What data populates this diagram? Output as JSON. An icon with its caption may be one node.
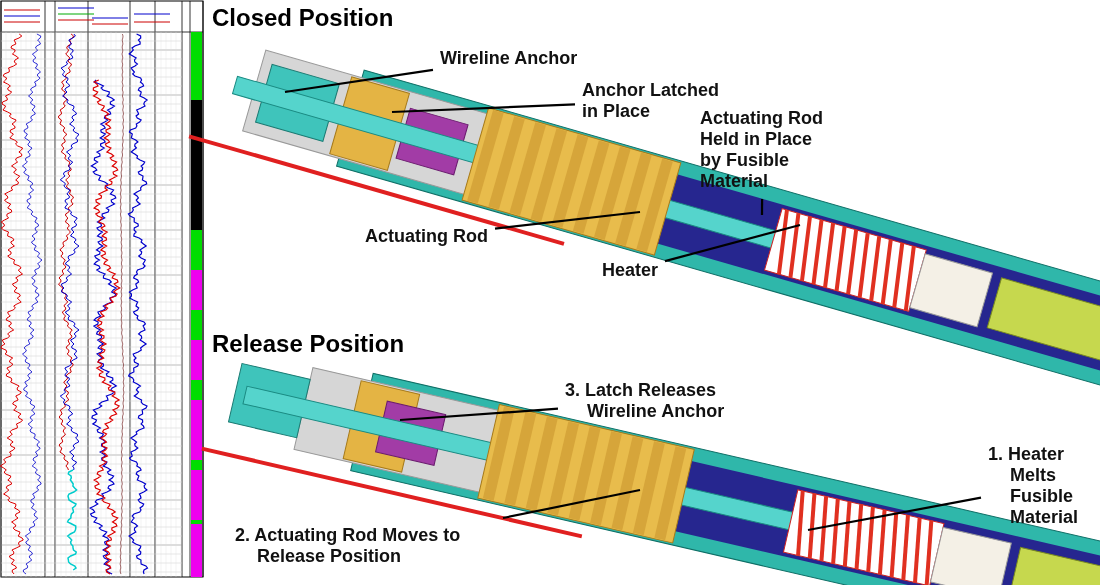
{
  "diagram": {
    "nodes": [
      {
        "text": [
          "Wireline Anchor"
        ]
      },
      {
        "text": [
          "Anchor Latched in Place"
        ]
      },
      {
        "text": [
          "Actuating Rod Held in Place by Fusible Material"
        ]
      },
      {
        "text": [
          "Actuating Rod"
        ]
      },
      {
        "text": [
          "Heater"
        ]
      },
      {
        "text": [
          "3. Latch Releases Wireline Anchor"
        ]
      },
      {
        "text": [
          "1. Heater Melts Fusible Material"
        ]
      },
      {
        "text": [
          "2. Actuating Rod Moves to Release Position"
        ]
      }
    ],
    "edges": [
      {
        "from": 0,
        "to": null,
        "arrow": "none"
      },
      {
        "from": 1,
        "to": null,
        "arrow": "none"
      },
      {
        "from": 2,
        "to": null,
        "arrow": "none"
      },
      {
        "from": 3,
        "to": null,
        "arrow": "none"
      },
      {
        "from": 4,
        "to": null,
        "arrow": "none"
      },
      {
        "from": 5,
        "to": null,
        "arrow": "none"
      },
      {
        "from": 6,
        "to": null,
        "arrow": "none"
      },
      {
        "from": 7,
        "to": null,
        "arrow": "none"
      }
    ],
    "labels": [
      "Closed Position",
      "Release Position"
    ]
  }
}
